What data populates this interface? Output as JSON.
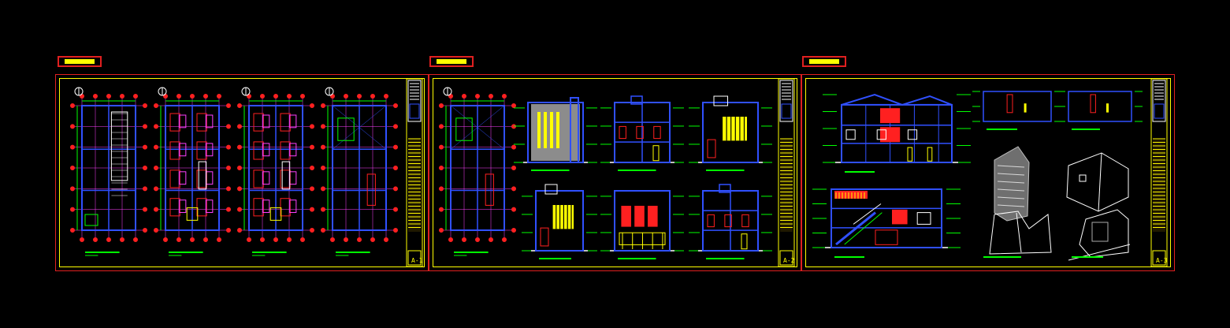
{
  "colors": {
    "background": "#000000",
    "frame": "#e02020",
    "border": "#ffff00",
    "wall": "#3050ff",
    "dimension": "#00ff00",
    "accent_red": "#ff2020",
    "accent_yellow": "#ffff00",
    "white": "#ffffff",
    "gray": "#9a9a9a",
    "magenta": "#ff40ff",
    "cyan": "#00ffff"
  },
  "sheets": [
    {
      "id": "sheet-a1",
      "code": "A-1",
      "content": "floor-plans"
    },
    {
      "id": "sheet-a2",
      "code": "A-2",
      "content": "plan-and-elevations"
    },
    {
      "id": "sheet-a3",
      "code": "A-3",
      "content": "sections-and-perspectives"
    }
  ]
}
